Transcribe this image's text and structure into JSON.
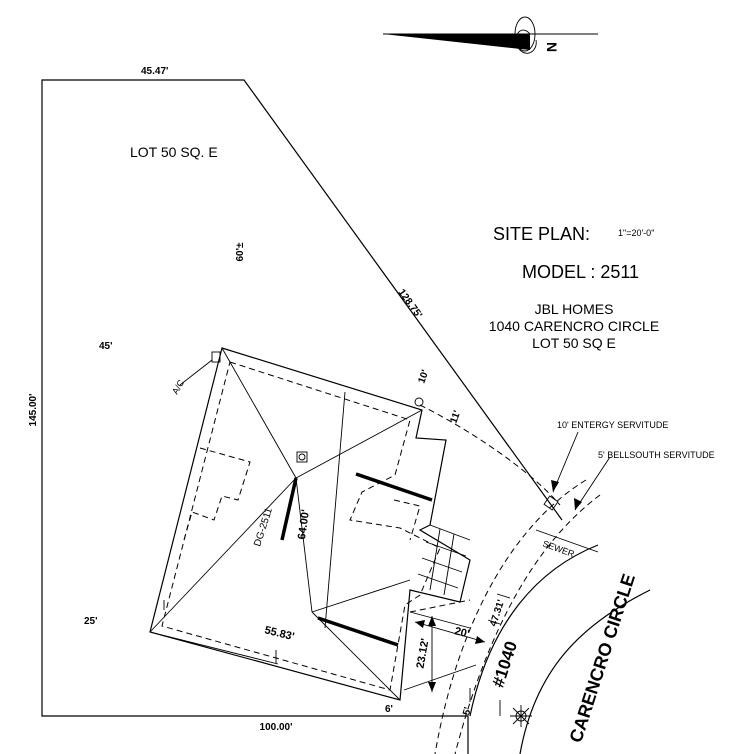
{
  "title": {
    "site_plan": "SITE PLAN:",
    "scale": "1\"=20'-0\"",
    "model": "MODEL : 2511"
  },
  "builder": {
    "name": "JBL HOMES",
    "address": "1040 CARENCRO CIRCLE",
    "lot": "LOT 50  SQ E"
  },
  "lot_label": "LOT 50  SQ. E",
  "north_label": "N",
  "street": {
    "name": "CARENCRO CIRCLE",
    "house_number": "#1040"
  },
  "servitudes": {
    "entergy": "10' ENTERGY SERVITUDE",
    "bellsouth": "5' BELLSOUTH SERVITUDE",
    "sewer": "SEWER"
  },
  "dimensions": {
    "top": "45.47'",
    "diagonal": "128.75'",
    "left": "145.00'",
    "bottom": "100.00'",
    "back_setback": "60'±",
    "left_setback_top": "45'",
    "left_setback_bottom": "25'",
    "right_top": "10'",
    "right_side": "11'",
    "house_depth": "64.00'",
    "house_width": "55.83'",
    "driveway_width": "20'",
    "driveway_length": "23.12'",
    "curb_arc": "47.31'",
    "bottom_setback": "6'",
    "corner_setback": "5'"
  },
  "house_label": "DG-2511",
  "ac_label": "A/C"
}
